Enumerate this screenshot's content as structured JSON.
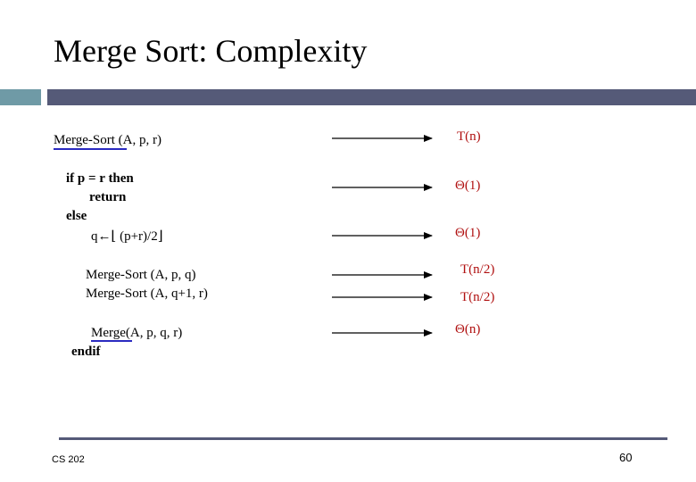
{
  "slide": {
    "title": "Merge Sort: Complexity",
    "code": {
      "header_name": "Merge-Sort",
      "header_args": " (A, p, r)",
      "line_if": "if p = r then",
      "line_return": "return",
      "line_else": "else",
      "line_q": "q←⌊ (p+r)/2⌋",
      "call_left": "Merge-Sort  (A, p, q)",
      "call_right": "Merge-Sort  (A, q+1, r)",
      "merge_name": "Merge",
      "merge_args": "(A, p, q, r)",
      "line_endif": "endif"
    },
    "costs": {
      "header": "T(n)",
      "base": "Θ(1)",
      "divide": "Θ(1)",
      "left": "T(n/2)",
      "right": "T(n/2)",
      "merge": "Θ(n)"
    },
    "footer": {
      "course": "CS 202",
      "page_number": "60"
    },
    "colors": {
      "cost_text": "#b01010",
      "underline": "#2a2ac0",
      "accent_bar": "#555a78",
      "side_bar": "#6f9aa6"
    }
  }
}
